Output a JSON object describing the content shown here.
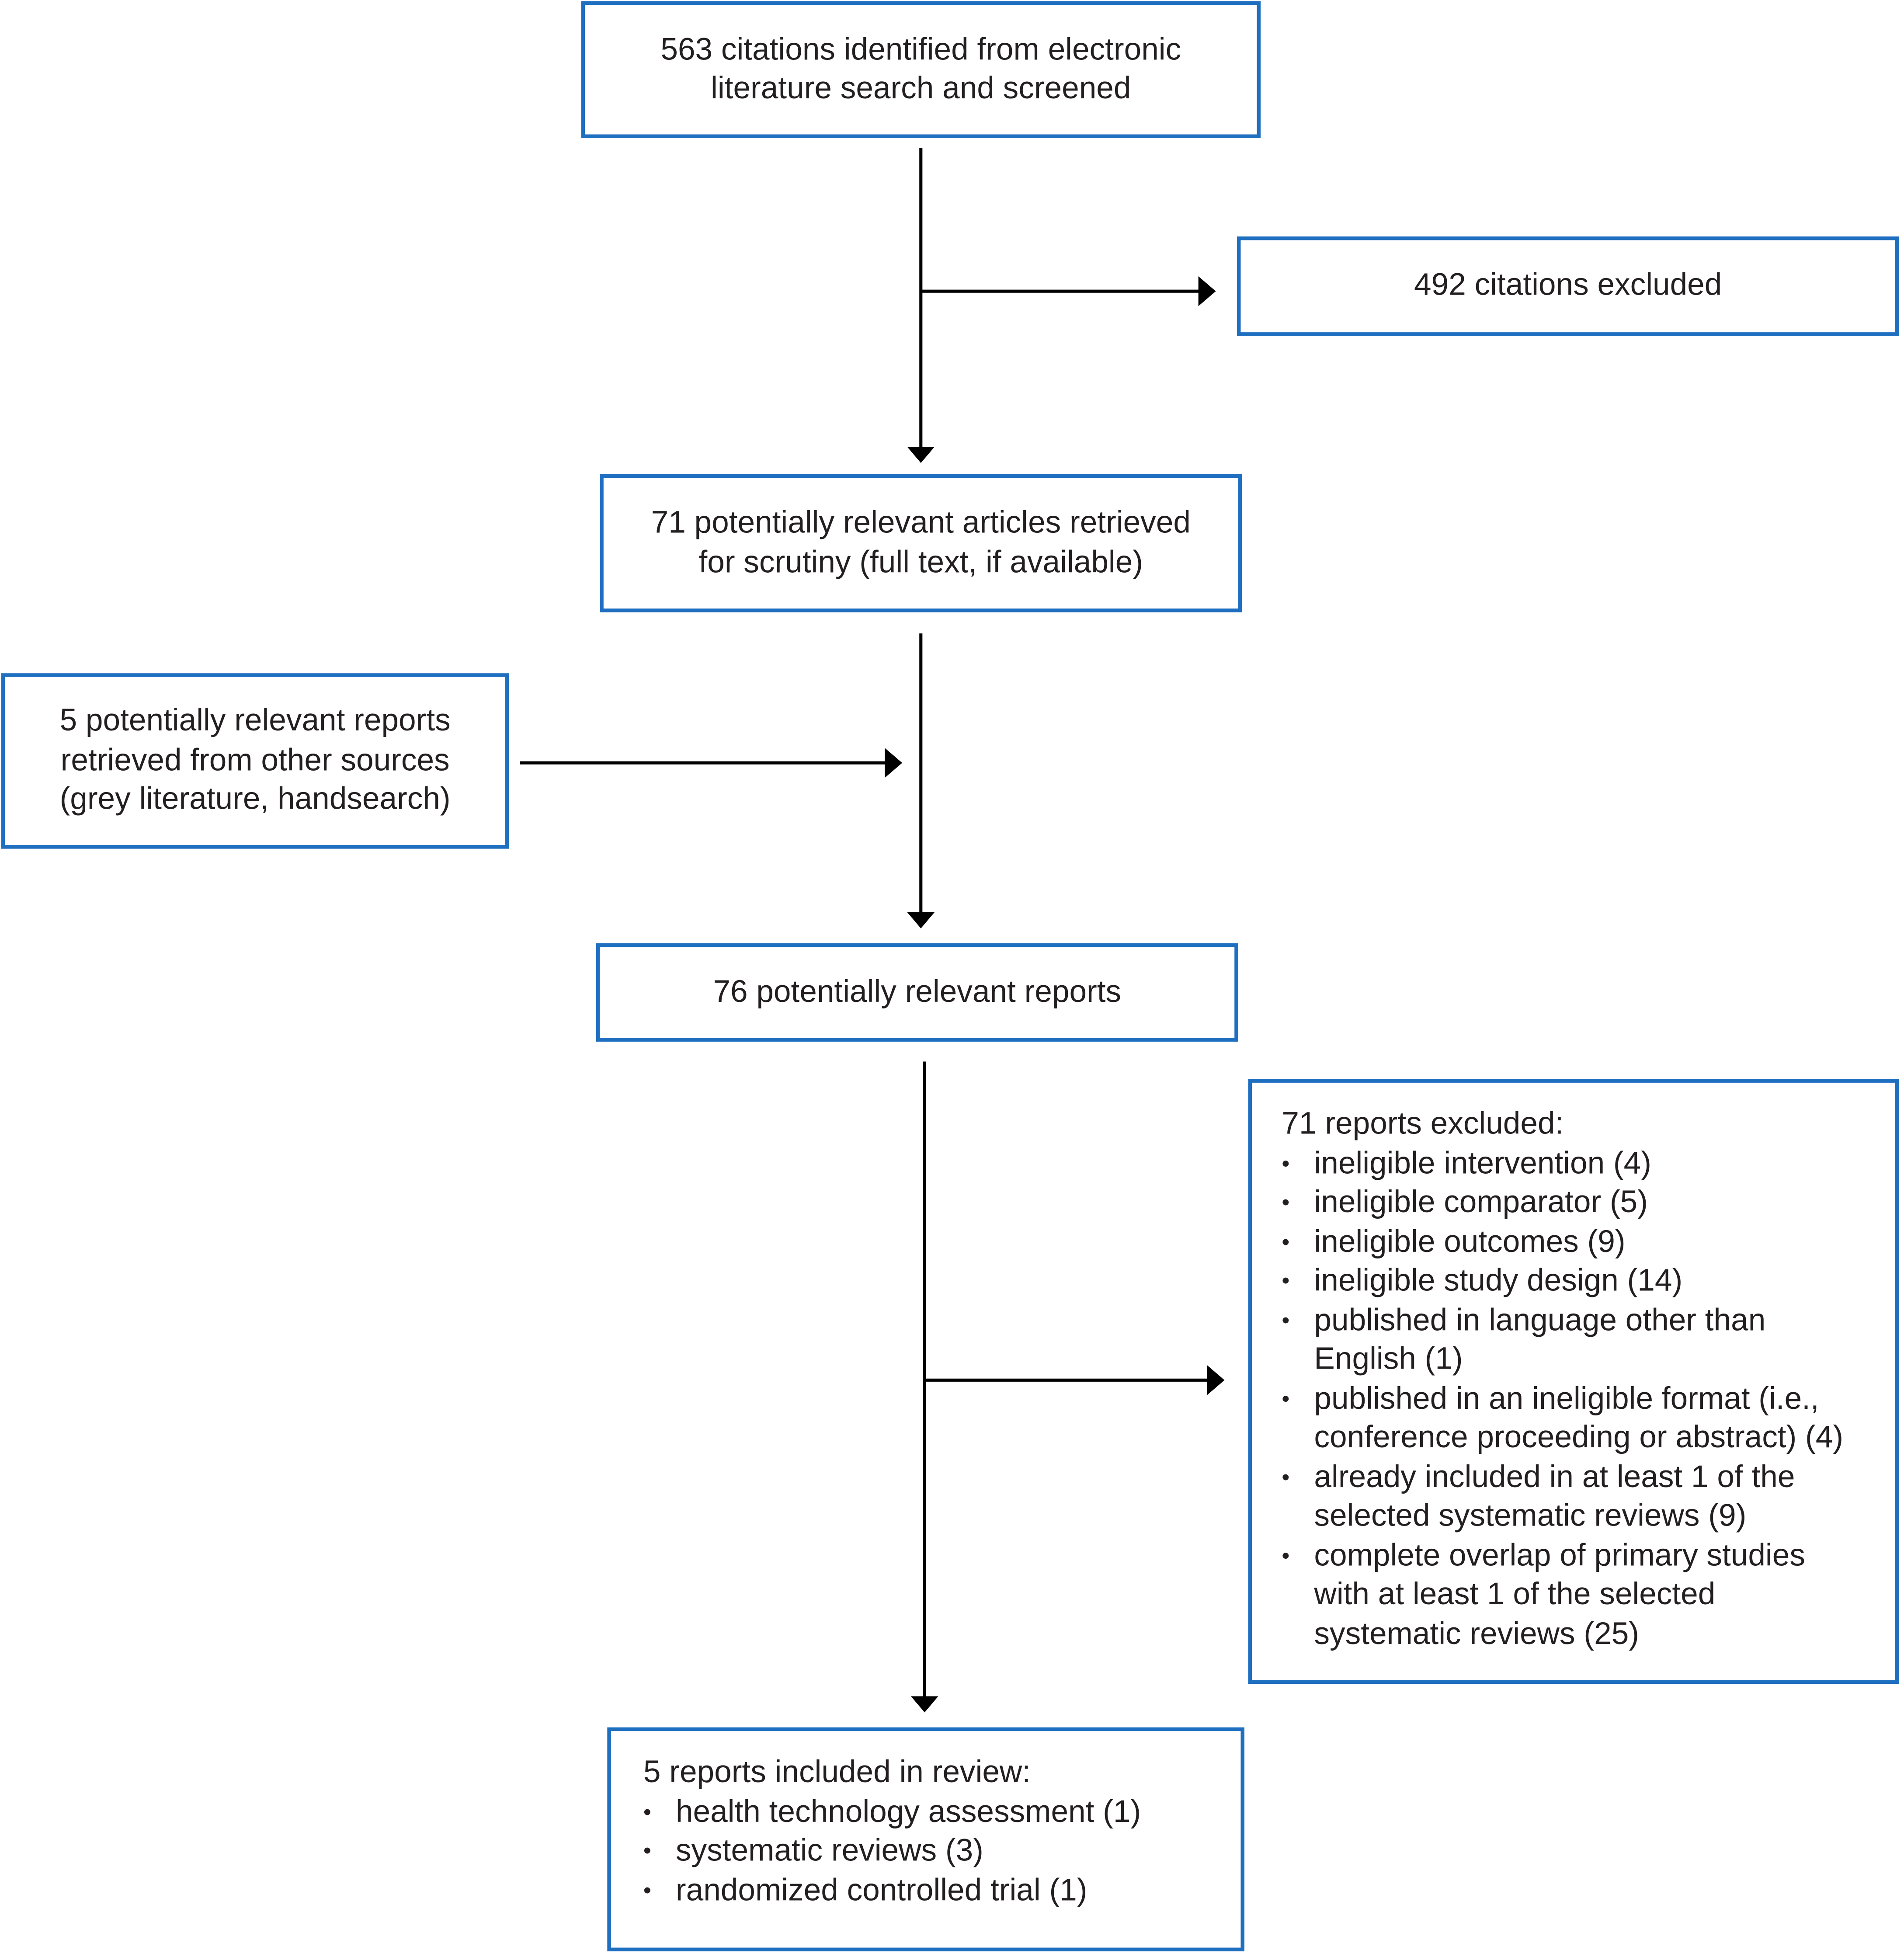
{
  "boxes": {
    "identified": {
      "lines": [
        "563 citations identified from electronic",
        "literature search and screened"
      ]
    },
    "excluded_citations": {
      "text": "492 citations excluded"
    },
    "retrieved": {
      "lines": [
        "71 potentially relevant articles retrieved",
        "for scrutiny (full text, if available)"
      ]
    },
    "other_sources": {
      "lines": [
        "5 potentially relevant reports",
        "retrieved from other sources",
        "(grey literature, handsearch)"
      ]
    },
    "potentially_relevant": {
      "text": "76 potentially relevant reports"
    },
    "excluded_reports": {
      "heading": "71 reports excluded:",
      "items": [
        "ineligible intervention (4)",
        "ineligible comparator (5)",
        "ineligible outcomes (9)",
        "ineligible study design (14)",
        "published in language other than English (1)",
        "published in an ineligible format (i.e., conference proceeding or abstract) (4)",
        "already included in at least 1 of the selected systematic reviews (9)",
        "complete overlap of primary studies with at least 1 of the selected systematic reviews (25)"
      ]
    },
    "included": {
      "heading": "5 reports included in review:",
      "items": [
        "health technology assessment (1)",
        "systematic reviews (3)",
        "randomized controlled trial (1)"
      ]
    }
  },
  "colors": {
    "box_border": "#1f6fc1",
    "arrow": "#000000",
    "text": "#231f20"
  }
}
